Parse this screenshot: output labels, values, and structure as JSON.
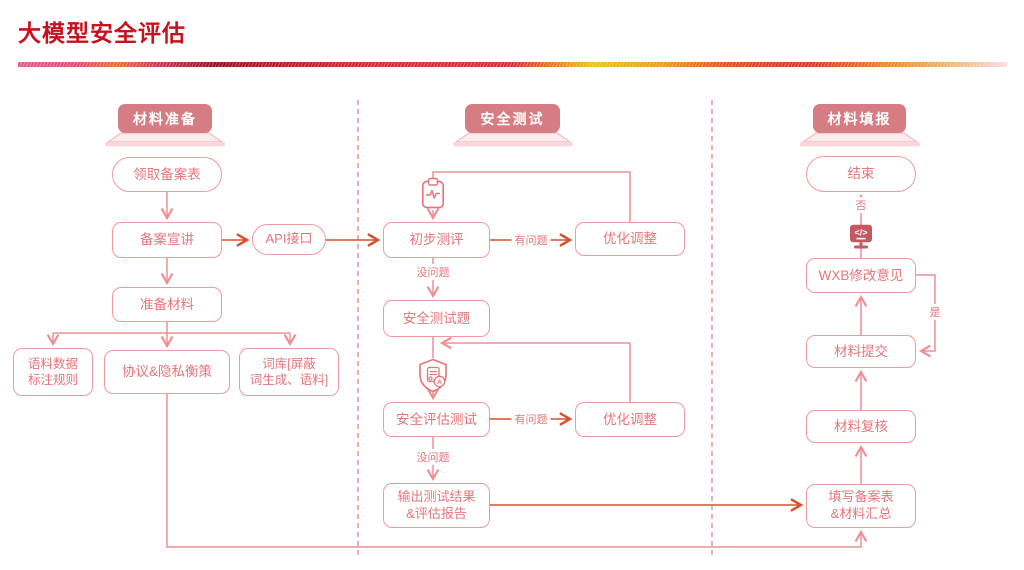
{
  "title": "大模型安全评估",
  "columns": [
    {
      "header": "材料准备"
    },
    {
      "header": "安全测试"
    },
    {
      "header": "材料填报"
    }
  ],
  "nodes": {
    "receive_form": "领取备案表",
    "briefing": "备案宣讲",
    "api": "API接口",
    "prepare": "准备材料",
    "corpus_rules": "语料数据\n标注规则",
    "privacy": "协议&隐私衡策",
    "lexicon": "词库[屏蔽\n词生成、语料]",
    "initial_eval": "初步测评",
    "tune1": "优化调整",
    "questions": "安全测试题",
    "security_eval": "安全评估测试",
    "tune2": "优化调整",
    "output": "输出测试结果\n&评估报告",
    "end": "结束",
    "wxb": "WXB修改意见",
    "submit": "材料提交",
    "review": "材料复核",
    "fill_form": "填写备案表\n&材料汇总"
  },
  "edge_labels": {
    "issue1": "有问题",
    "ok1": "没问题",
    "issue2": "有问题",
    "ok2": "没问题",
    "no": "否",
    "yes": "是"
  },
  "icons": {
    "shield_badge_letter": "A",
    "code_glyph": "</>"
  },
  "colors": {
    "title": "#c8101e",
    "node_border": "#f09aa0",
    "node_text": "#e4767c",
    "header_fill": "#d67d83",
    "connector": "#ee8f95",
    "connector_strong": "#d8502c"
  }
}
